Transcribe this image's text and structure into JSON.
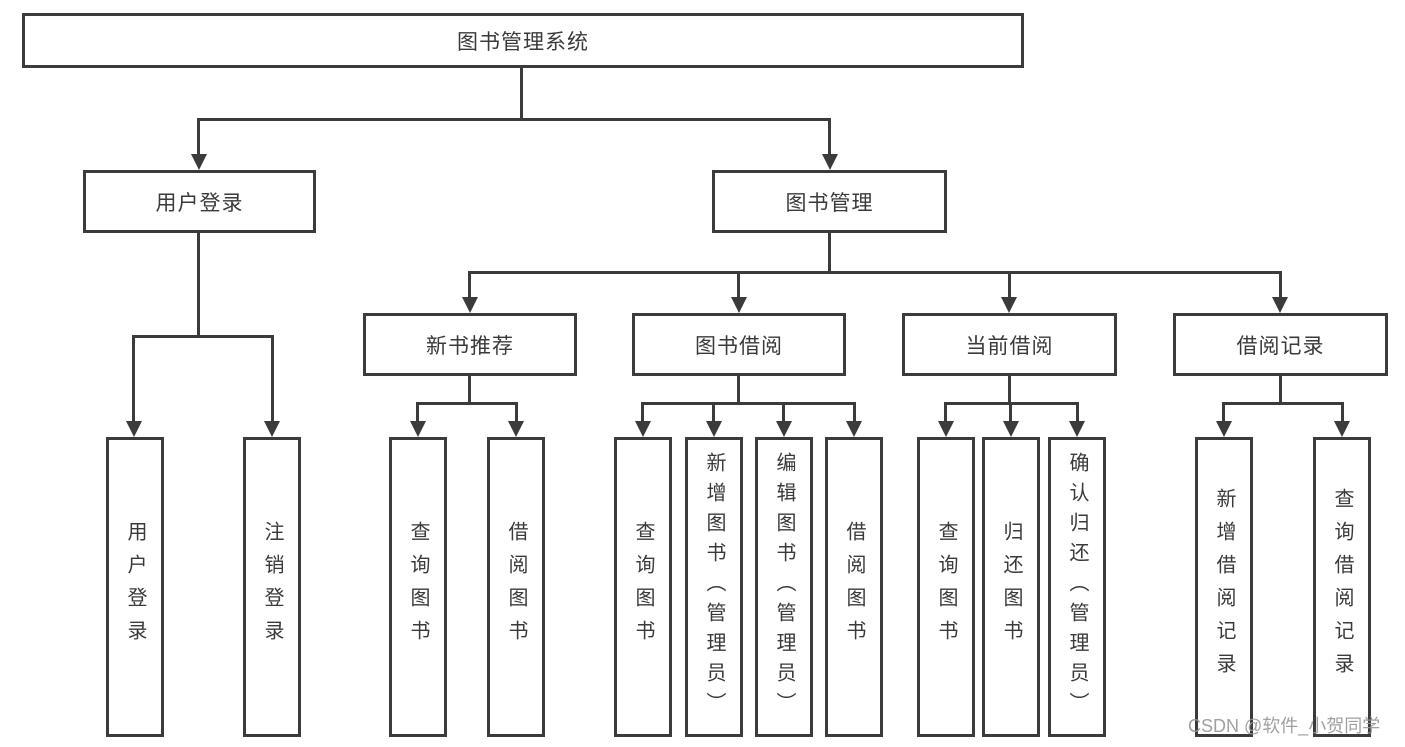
{
  "diagram": {
    "root": {
      "label": "图书管理系统"
    },
    "branches": {
      "user_login": {
        "label": "用户登录",
        "children": {
          "login": {
            "label": "用户登录"
          },
          "logout": {
            "label": "注销登录"
          }
        }
      },
      "book_management": {
        "label": "图书管理",
        "children": {
          "new_book_recommendation": {
            "label": "新书推荐",
            "children": {
              "query_books": {
                "label": "查询图书"
              },
              "borrow_books": {
                "label": "借阅图书"
              }
            }
          },
          "book_borrowing": {
            "label": "图书借阅",
            "children": {
              "query_books": {
                "label": "查询图书"
              },
              "add_books": {
                "label": "新增图书（管理员）"
              },
              "edit_books": {
                "label": "编辑图书（管理员）"
              },
              "borrow_books": {
                "label": "借阅图书"
              }
            }
          },
          "current_borrowing": {
            "label": "当前借阅",
            "children": {
              "query_books": {
                "label": "查询图书"
              },
              "return_books": {
                "label": "归还图书"
              },
              "confirm_return": {
                "label": "确认归还（管理员）"
              }
            }
          },
          "borrowing_records": {
            "label": "借阅记录",
            "children": {
              "add_record": {
                "label": "新增借阅记录"
              },
              "query_record": {
                "label": "查询借阅记录"
              }
            }
          }
        }
      }
    }
  },
  "watermark": {
    "text": "CSDN @软件_小贺同学"
  },
  "colors": {
    "line": "#3b3b3b",
    "text": "#3a3a3a",
    "watermark": "#989898",
    "background": "#ffffff"
  }
}
